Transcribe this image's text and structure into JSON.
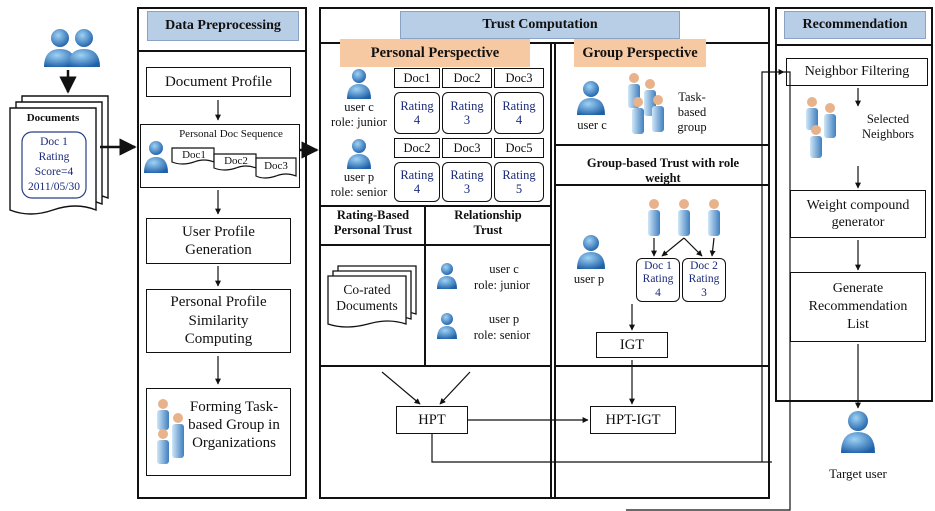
{
  "documents": {
    "title": "Documents",
    "lines": [
      "Doc 1",
      "Rating",
      "Score=4",
      "2011/05/30"
    ]
  },
  "preprocessing": {
    "header": "Data Preprocessing",
    "document_profile": "Document Profile",
    "doc_sequence_label": "Personal Doc Sequence",
    "doc_sequence": [
      "Doc1",
      "Doc2",
      "Doc3"
    ],
    "user_profile": "User Profile Generation",
    "similarity": "Personal Profile Similarity Computing",
    "forming": "Forming Task-based Group in Organizations"
  },
  "trust": {
    "header": "Trust Computation",
    "personal_header": "Personal Perspective",
    "user_c_label": "user c",
    "user_c_role": "role: junior",
    "user_p_label": "user p",
    "user_p_role": "role: senior",
    "rows": [
      {
        "docs": [
          "Doc1",
          "Doc2",
          "Doc3"
        ],
        "ratings": [
          "Rating 4",
          "Rating 3",
          "Rating 4"
        ]
      },
      {
        "docs": [
          "Doc2",
          "Doc3",
          "Doc5"
        ],
        "ratings": [
          "Rating 4",
          "Rating 3",
          "Rating 5"
        ]
      }
    ],
    "rating_based": "Rating-Based Personal Trust",
    "relationship": "Relationship Trust",
    "corated": "Co-rated Documents",
    "rel_user_c": "user c",
    "rel_user_c_role": "role: junior",
    "rel_user_p": "user p",
    "rel_user_p_role": "role: senior",
    "hpt": "HPT",
    "group_header": "Group Perspective",
    "group_user_c": "user c",
    "task_group": "Task-based group",
    "group_trust": "Group-based Trust with role weight",
    "group_user_p": "user p",
    "group_docs": [
      "Doc 1 Rating 4",
      "Doc 2 Rating 3"
    ],
    "igt": "IGT",
    "hpt_igt": "HPT-IGT"
  },
  "recommendation": {
    "header": "Recommendation",
    "neighbor_filtering": "Neighbor Filtering",
    "selected_neighbors": "Selected Neighbors",
    "weight_generator": "Weight compound generator",
    "generate_list": "Generate Recommendation List",
    "target_user": "Target user"
  }
}
